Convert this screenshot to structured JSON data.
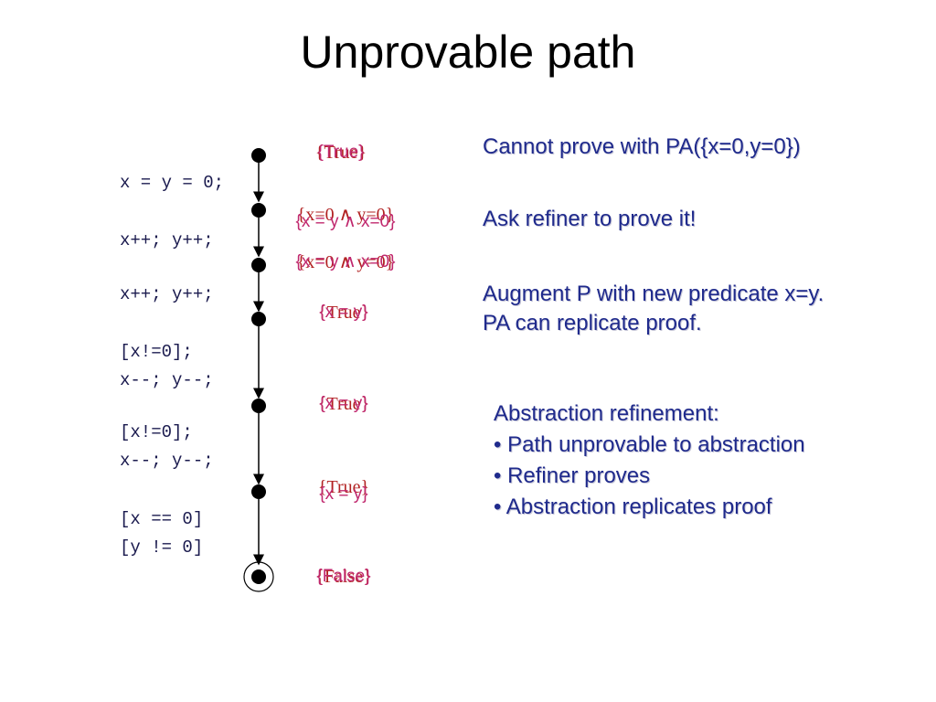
{
  "slide": {
    "title": "Unprovable path"
  },
  "code_lines": [
    "x = y = 0;",
    "x++; y++;",
    "x++; y++;",
    "[x!=0];",
    "x--; y--;",
    "[x!=0];",
    "x--; y--;",
    "[x == 0]",
    "[y != 0]"
  ],
  "cfg": {
    "node_labels": [
      {
        "first": "{True}",
        "second": "{True}"
      },
      {
        "first": "{x=0 ∧ y=0}",
        "second": "{x = y ∧ x=0}"
      },
      {
        "first": "{x=0 ∧ y=0}",
        "second": "{x = y ∧ x=0}"
      },
      {
        "first": "{True}",
        "second": "{x = y}"
      },
      {
        "first": "{True}",
        "second": "{x = y}"
      },
      {
        "first": "{True}",
        "second": "{x = y}"
      },
      {
        "first": "{False}",
        "second": "{False}"
      }
    ]
  },
  "notes": {
    "cannot_prove": "Cannot prove with PA({x=0,y=0})",
    "ask_refiner": "Ask refiner to prove it!",
    "augment_line1": "Augment P with new predicate x=y.",
    "augment_line2": "PA can replicate proof.",
    "refinement_heading": "Abstraction refinement:",
    "refinement_bullets": [
      "• Path unprovable to abstraction",
      "• Refiner proves",
      "• Abstraction replicates proof"
    ]
  },
  "colors": {
    "title": "#000000",
    "code": "#1a1a4e",
    "annotation_primary": "#b22222",
    "annotation_secondary": "#c0286e",
    "notes_text": "#1f2a8c"
  }
}
